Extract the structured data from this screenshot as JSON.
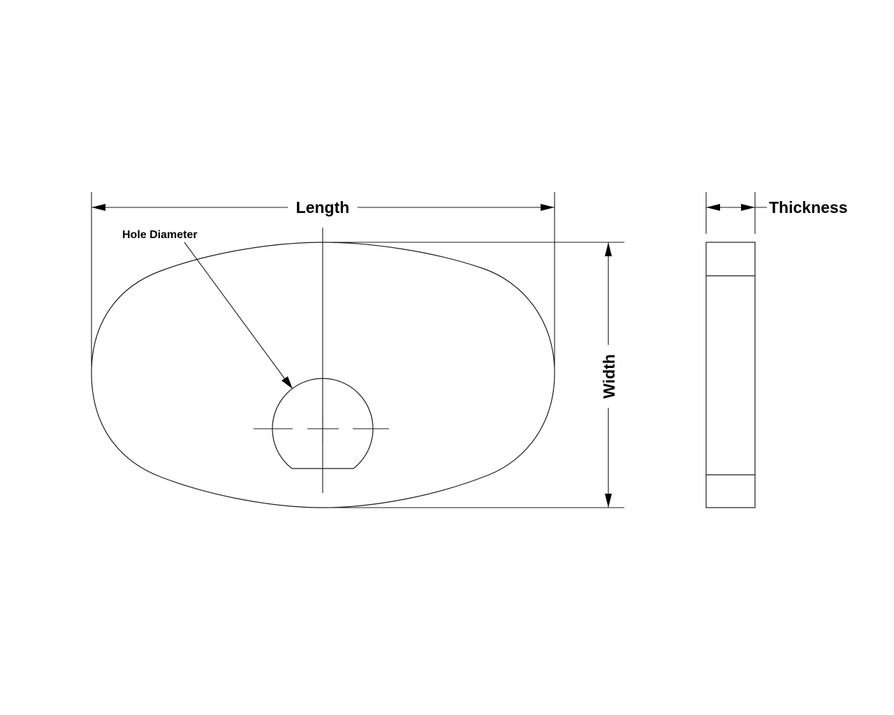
{
  "dimensions": {
    "length_label": "Length",
    "width_label": "Width",
    "thickness_label": "Thickness",
    "hole_diameter_label": "Hole Diameter"
  }
}
